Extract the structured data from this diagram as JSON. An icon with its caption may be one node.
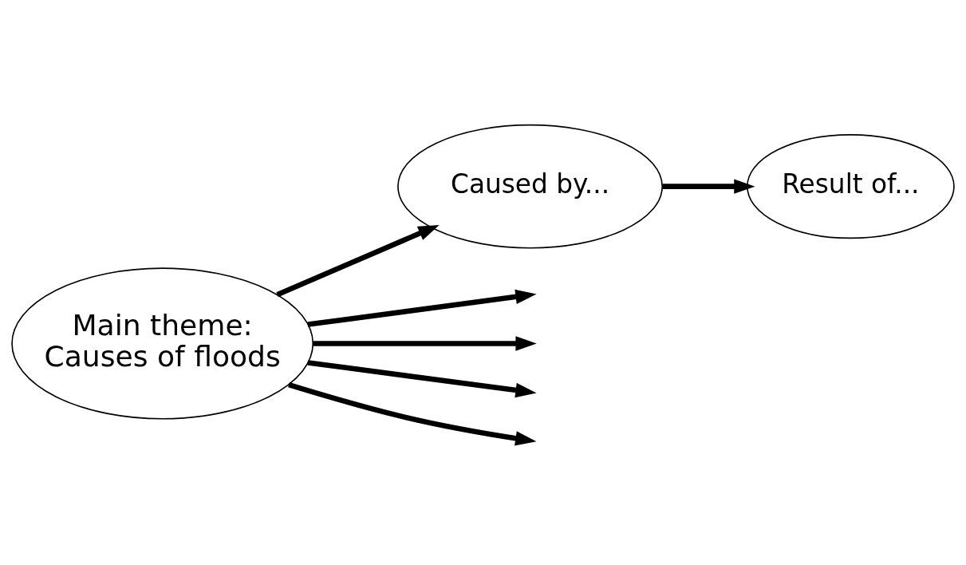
{
  "diagram": {
    "nodes": [
      {
        "text": [
          "Main theme:",
          "Causes of floods"
        ]
      },
      {
        "text": [
          "Caused by..."
        ]
      },
      {
        "text": [
          "Result of..."
        ]
      }
    ],
    "edges": [
      {
        "from": 0,
        "to": 1,
        "arrow": "to"
      },
      {
        "from": 1,
        "to": 2,
        "arrow": "to"
      },
      {
        "from": 0,
        "to": null,
        "arrow": "to"
      },
      {
        "from": 0,
        "to": null,
        "arrow": "to"
      },
      {
        "from": 0,
        "to": null,
        "arrow": "to"
      },
      {
        "from": 0,
        "to": null,
        "arrow": "to"
      }
    ]
  }
}
